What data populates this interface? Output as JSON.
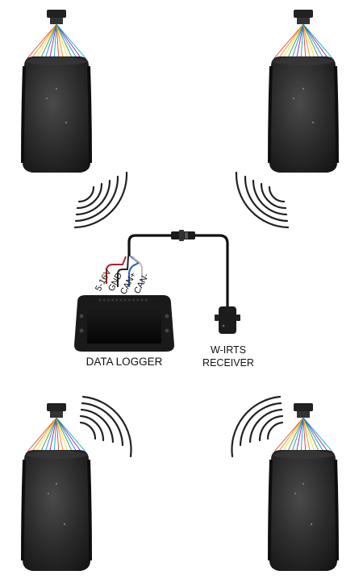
{
  "logger": {
    "title": "DATA LOGGER",
    "wires": [
      "5-16V",
      "GND",
      "CAN+",
      "CAN-"
    ]
  },
  "receiver": {
    "line1": "W-IRTS",
    "line2": "RECEIVER"
  },
  "sensors": [
    {
      "position": "front-left",
      "signal": "waves-toward-center"
    },
    {
      "position": "front-right",
      "signal": "waves-toward-center"
    },
    {
      "position": "rear-left",
      "signal": "waves-toward-center"
    },
    {
      "position": "rear-right",
      "signal": "waves-toward-center"
    }
  ],
  "colors": {
    "tire": "#2a2a2a",
    "cable": "#111111",
    "wire_power": "#b22222",
    "wire_gnd": "#222222",
    "wire_canh": "#2f5fbf",
    "wire_canl": "#bdbdbd",
    "ir_beams": [
      "#e53935",
      "#fb8c00",
      "#fdd835",
      "#43a047",
      "#1e88e5",
      "#8e24aa",
      "#00acc1"
    ]
  }
}
